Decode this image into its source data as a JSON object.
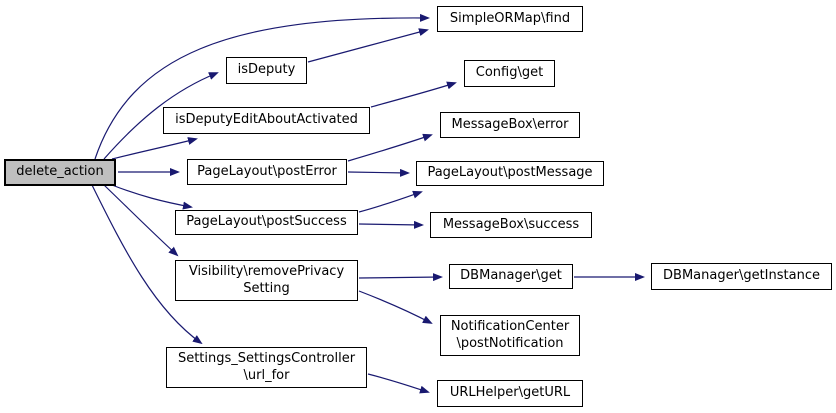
{
  "diagram": {
    "type": "call-graph",
    "colors": {
      "edge": "#191970",
      "node_border": "#000000",
      "node_fill": "#ffffff",
      "highlight_fill": "#bfbfbf",
      "text": "#000000",
      "background": "#ffffff"
    },
    "nodes": [
      {
        "label": "delete_action",
        "highlighted": true
      },
      {
        "label": "isDeputy"
      },
      {
        "label": "isDeputyEditAboutActivated"
      },
      {
        "label": "PageLayout\\postError"
      },
      {
        "label": "PageLayout\\postSuccess"
      },
      {
        "label": "Visibility\\removePrivacy\nSetting"
      },
      {
        "label": "Settings_SettingsController\n\\url_for"
      },
      {
        "label": "SimpleORMap\\find"
      },
      {
        "label": "Config\\get"
      },
      {
        "label": "MessageBox\\error"
      },
      {
        "label": "PageLayout\\postMessage"
      },
      {
        "label": "MessageBox\\success"
      },
      {
        "label": "DBManager\\get"
      },
      {
        "label": "NotificationCenter\n\\postNotification"
      },
      {
        "label": "URLHelper\\getURL"
      },
      {
        "label": "DBManager\\getInstance"
      }
    ],
    "edges": [
      {
        "from": "delete_action",
        "to": "SimpleORMap\\find"
      },
      {
        "from": "delete_action",
        "to": "isDeputy"
      },
      {
        "from": "delete_action",
        "to": "isDeputyEditAboutActivated"
      },
      {
        "from": "delete_action",
        "to": "PageLayout\\postError"
      },
      {
        "from": "delete_action",
        "to": "PageLayout\\postSuccess"
      },
      {
        "from": "delete_action",
        "to": "Visibility\\removePrivacySetting"
      },
      {
        "from": "delete_action",
        "to": "Settings_SettingsController\\url_for"
      },
      {
        "from": "isDeputy",
        "to": "SimpleORMap\\find"
      },
      {
        "from": "isDeputyEditAboutActivated",
        "to": "Config\\get"
      },
      {
        "from": "PageLayout\\postError",
        "to": "MessageBox\\error"
      },
      {
        "from": "PageLayout\\postError",
        "to": "PageLayout\\postMessage"
      },
      {
        "from": "PageLayout\\postSuccess",
        "to": "PageLayout\\postMessage"
      },
      {
        "from": "PageLayout\\postSuccess",
        "to": "MessageBox\\success"
      },
      {
        "from": "Visibility\\removePrivacySetting",
        "to": "DBManager\\get"
      },
      {
        "from": "Visibility\\removePrivacySetting",
        "to": "NotificationCenter\\postNotification"
      },
      {
        "from": "DBManager\\get",
        "to": "DBManager\\getInstance"
      },
      {
        "from": "Settings_SettingsController\\url_for",
        "to": "URLHelper\\getURL"
      }
    ]
  }
}
